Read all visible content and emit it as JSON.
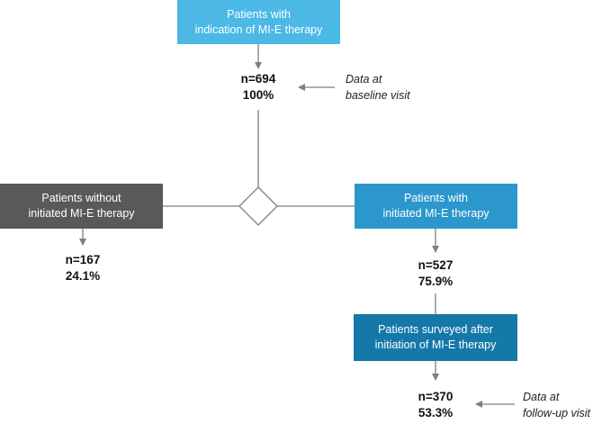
{
  "colors": {
    "top_box": "#4cb8e6",
    "without_box": "#595959",
    "with_box": "#2b97cc",
    "surveyed_box": "#1478a8",
    "connector": "#7f7f7f"
  },
  "nodes": {
    "indication": {
      "line1": "Patients with",
      "line2": "indication of MI-E therapy"
    },
    "baseline": {
      "n": "n=694",
      "pct": "100%"
    },
    "baseline_note": {
      "line1": "Data at",
      "line2": "baseline visit"
    },
    "without": {
      "line1": "Patients without",
      "line2": "initiated MI-E therapy"
    },
    "without_stat": {
      "n": "n=167",
      "pct": "24.1%"
    },
    "with": {
      "line1": "Patients with",
      "line2": "initiated MI-E therapy"
    },
    "with_stat": {
      "n": "n=527",
      "pct": "75.9%"
    },
    "surveyed": {
      "line1": "Patients surveyed after",
      "line2": "initiation of MI-E therapy"
    },
    "followup": {
      "n": "n=370",
      "pct": "53.3%"
    },
    "followup_note": {
      "line1": "Data at",
      "line2": "follow-up visit"
    }
  },
  "icons": {
    "decision": "diamond-icon",
    "arrow": "arrow-down-icon"
  }
}
